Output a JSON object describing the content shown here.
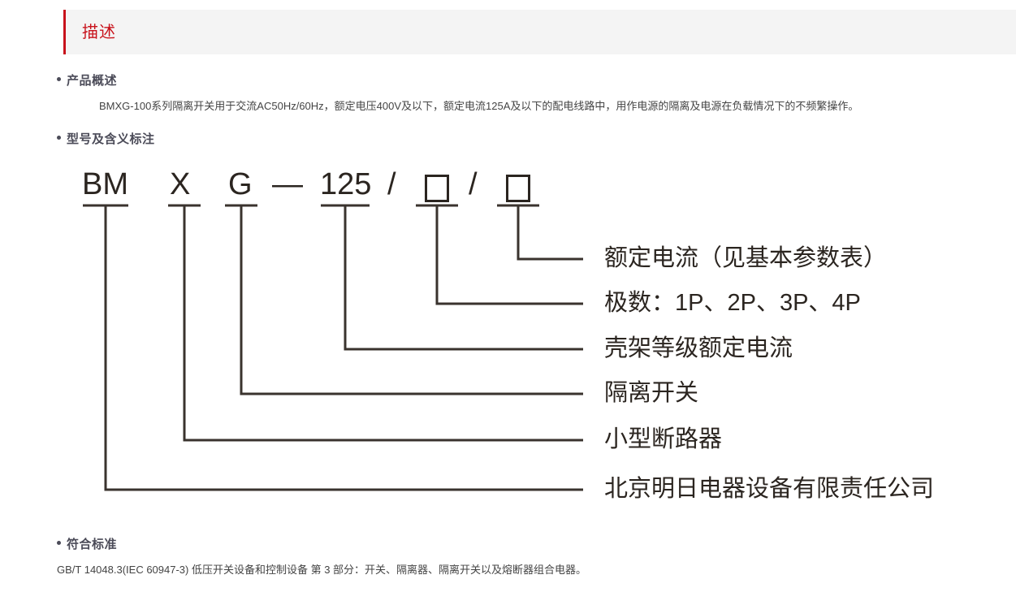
{
  "banner": {
    "title": "描述",
    "accent_color": "#c8121b",
    "background_color": "#f4f4f4"
  },
  "sections": {
    "overview": {
      "heading": "产品概述",
      "paragraph": "BMXG-100系列隔离开关用于交流AC50Hz/60Hz，额定电压400V及以下，额定电流125A及以下的配电线路中，用作电源的隔离及电源在负载情况下的不频繁操作。"
    },
    "model": {
      "heading": "型号及含义标注",
      "code_segments": [
        {
          "text": "BM",
          "type": "text"
        },
        {
          "text": "X",
          "type": "text"
        },
        {
          "text": "G",
          "type": "text"
        },
        {
          "text": "—",
          "type": "text"
        },
        {
          "text": "125",
          "type": "text"
        },
        {
          "text": "/",
          "type": "text"
        },
        {
          "text": "",
          "type": "box"
        },
        {
          "text": "/",
          "type": "text"
        },
        {
          "text": "",
          "type": "box"
        }
      ],
      "leader_labels": [
        "额定电流（见基本参数表）",
        "极数：1P、2P、3P、4P",
        "壳架等级额定电流",
        "隔离开关",
        "小型断路器",
        "北京明日电器设备有限责任公司"
      ],
      "line_color": "#3a332e"
    },
    "standard": {
      "heading": "符合标准",
      "paragraph": "GB/T 14048.3(IEC 60947-3) 低压开关设备和控制设备 第 3 部分：开关、隔离器、隔离开关以及熔断器组合电器。"
    }
  }
}
